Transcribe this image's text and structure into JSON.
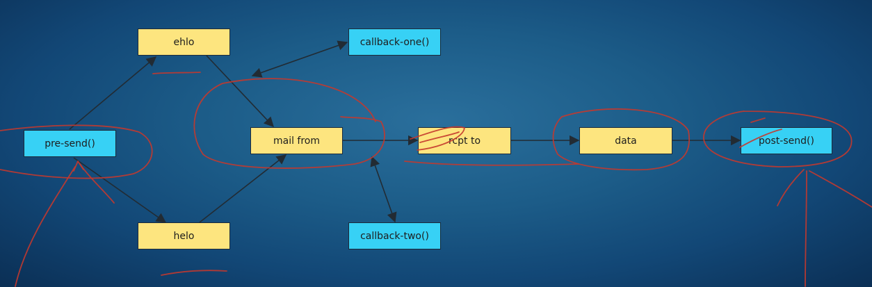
{
  "diagram": {
    "nodes": [
      {
        "id": "ehlo",
        "label": "ehlo"
      },
      {
        "id": "callback_one",
        "label": "callback-one()"
      },
      {
        "id": "pre_send",
        "label": "pre-send()"
      },
      {
        "id": "mail_from",
        "label": "mail from"
      },
      {
        "id": "rcpt_to",
        "label": "rcpt to"
      },
      {
        "id": "data",
        "label": "data"
      },
      {
        "id": "post_send",
        "label": "post-send()"
      },
      {
        "id": "helo",
        "label": "helo"
      },
      {
        "id": "callback_two",
        "label": "callback-two()"
      }
    ],
    "edges": [
      {
        "from": "pre_send",
        "to": "ehlo"
      },
      {
        "from": "pre_send",
        "to": "helo"
      },
      {
        "from": "ehlo",
        "to": "mail_from"
      },
      {
        "from": "helo",
        "to": "mail_from"
      },
      {
        "from": "mail_from",
        "to": "rcpt_to"
      },
      {
        "from": "rcpt_to",
        "to": "data"
      },
      {
        "from": "data",
        "to": "post_send"
      },
      {
        "from": "callback_one",
        "to": "mail_from",
        "bidirectional": true
      },
      {
        "from": "callback_two",
        "to": "mail_from",
        "bidirectional": true
      }
    ],
    "colors": {
      "step_fill": "#fde57f",
      "hook_fill": "#37d1f5",
      "arrow": "#222b33",
      "annotation_ink": "#c4382e"
    }
  }
}
